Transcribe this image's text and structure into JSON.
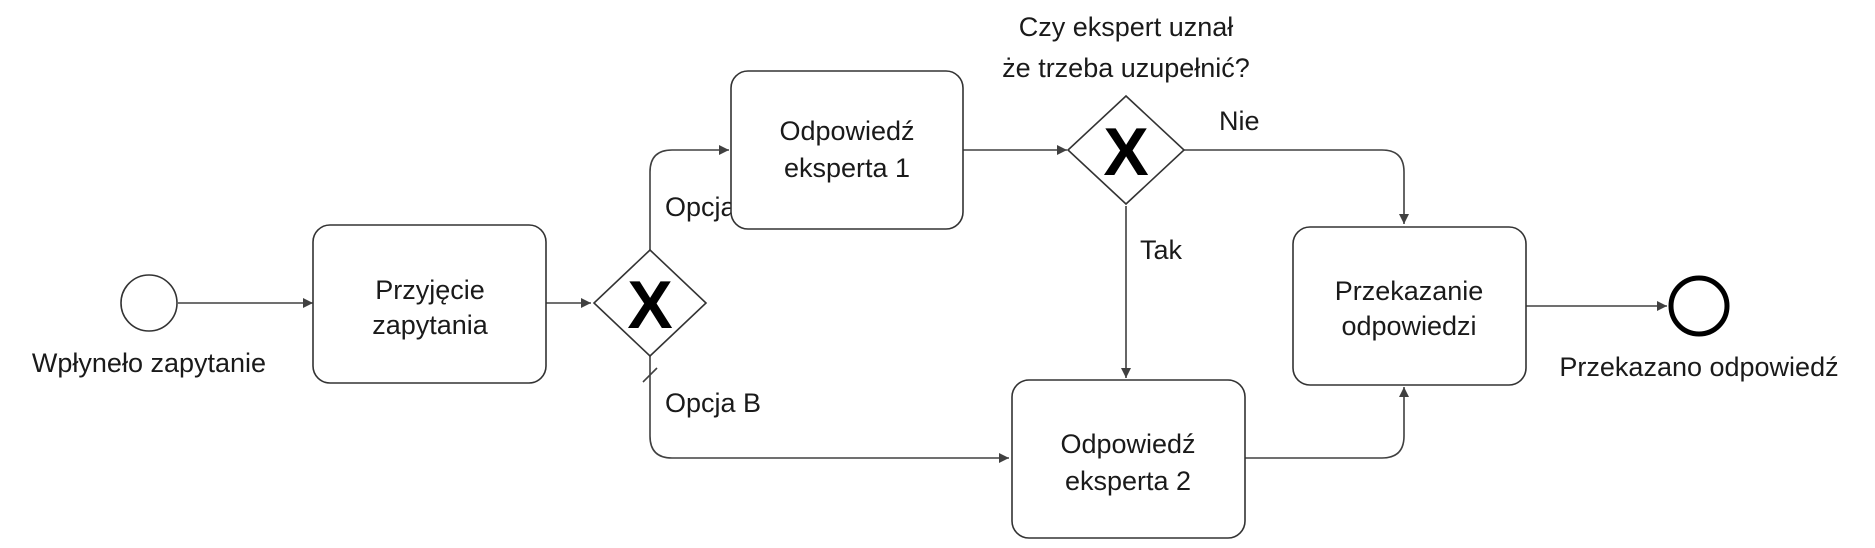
{
  "diagram": {
    "type": "BPMN process",
    "start_event": {
      "label": "Wpłyneło zapytanie"
    },
    "end_event": {
      "label": "Przekazano odpowiedź"
    },
    "tasks": {
      "przyjecie": {
        "line1": "Przyjęcie",
        "line2": "zapytania"
      },
      "ekspert1": {
        "line1": "Odpowiedź",
        "line2": "eksperta 1"
      },
      "ekspert2": {
        "line1": "Odpowiedź",
        "line2": "eksperta 2"
      },
      "przekazanie": {
        "line1": "Przekazanie",
        "line2": "odpowiedzi"
      }
    },
    "gateways": {
      "split": {
        "symbol": "X"
      },
      "decision": {
        "symbol": "X",
        "question_line1": "Czy ekspert uznał",
        "question_line2": "że trzeba uzupełnić?"
      }
    },
    "flow_labels": {
      "opcja_a": "Opcja A",
      "opcja_b": "Opcja B",
      "nie": "Nie",
      "tak": "Tak"
    }
  }
}
